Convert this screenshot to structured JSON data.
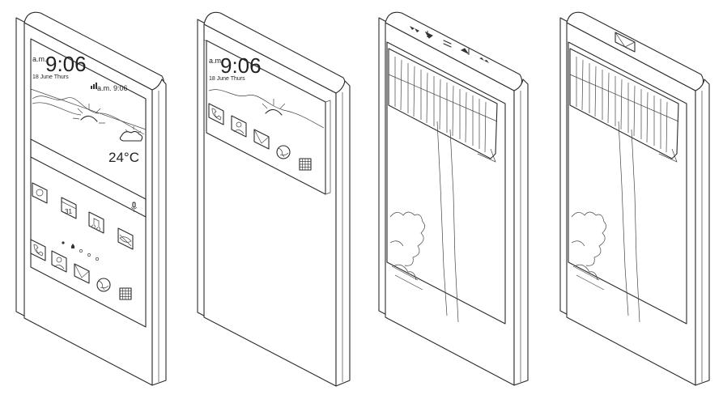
{
  "devices": [
    {
      "id": "device-1",
      "clock": {
        "ampm": "a.m.",
        "time": "9:06",
        "date": "18 June Thurs"
      },
      "status": "a.m. 9:06",
      "weather": {
        "temperature": "24°C"
      },
      "calendar_day": "31"
    },
    {
      "id": "device-2",
      "clock": {
        "ampm": "a.m.",
        "time": "9:06",
        "date": "18 June Thurs"
      }
    },
    {
      "id": "device-3"
    },
    {
      "id": "device-4"
    }
  ],
  "icons": {
    "home_row": [
      "camera-icon",
      "calendar-icon",
      "music-icon",
      "hidden-eye-icon"
    ],
    "dock": [
      "phone-icon",
      "contacts-icon",
      "mail-icon",
      "globe-icon",
      "apps-grid-icon"
    ],
    "edge_controls": [
      "rewind-icon",
      "previous-icon",
      "pause-icon",
      "next-icon",
      "fast-forward-icon"
    ],
    "edge_notification": "envelope-icon"
  },
  "colors": {
    "line": "#2a2a2a",
    "background": "#ffffff"
  }
}
